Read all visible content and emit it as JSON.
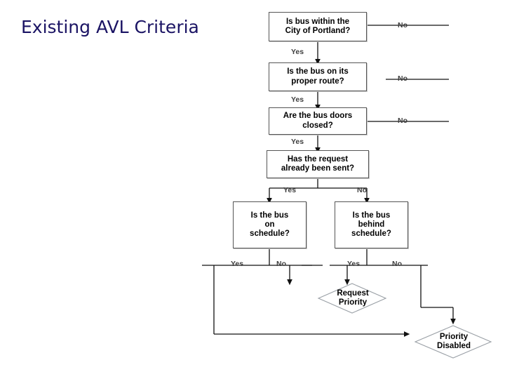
{
  "slide": {
    "title": "Existing AVL\nCriteria",
    "title_color": "#1b1464",
    "background": "#ffffff"
  },
  "diagram": {
    "type": "flowchart",
    "nodes": [
      {
        "id": "n1",
        "shape": "box",
        "label": "Is bus within the\nCity of Portland?"
      },
      {
        "id": "n2",
        "shape": "box",
        "label": "Is the bus on its\nproper route?"
      },
      {
        "id": "n3",
        "shape": "box",
        "label": "Are the bus doors\nclosed?"
      },
      {
        "id": "n4",
        "shape": "box",
        "label": "Has the request\nalready been sent?"
      },
      {
        "id": "n5",
        "shape": "box",
        "label": "Is the bus\non\nschedule?"
      },
      {
        "id": "n6",
        "shape": "box",
        "label": "Is the bus\nbehind\nschedule?"
      },
      {
        "id": "n7",
        "shape": "diamond",
        "label": "Request\nPriority"
      },
      {
        "id": "n8",
        "shape": "diamond",
        "label": "Priority\nDisabled"
      }
    ],
    "edge_labels": [
      {
        "id": "e1",
        "text": "No"
      },
      {
        "id": "e2",
        "text": "Yes"
      },
      {
        "id": "e3",
        "text": "No"
      },
      {
        "id": "e4",
        "text": "Yes"
      },
      {
        "id": "e5",
        "text": "No"
      },
      {
        "id": "e6",
        "text": "Yes"
      },
      {
        "id": "e7",
        "text": "Yes"
      },
      {
        "id": "e8",
        "text": "No"
      },
      {
        "id": "e9",
        "text": "Yes"
      },
      {
        "id": "e10",
        "text": "No"
      },
      {
        "id": "e11",
        "text": "Yes"
      },
      {
        "id": "e12",
        "text": "No"
      }
    ]
  }
}
